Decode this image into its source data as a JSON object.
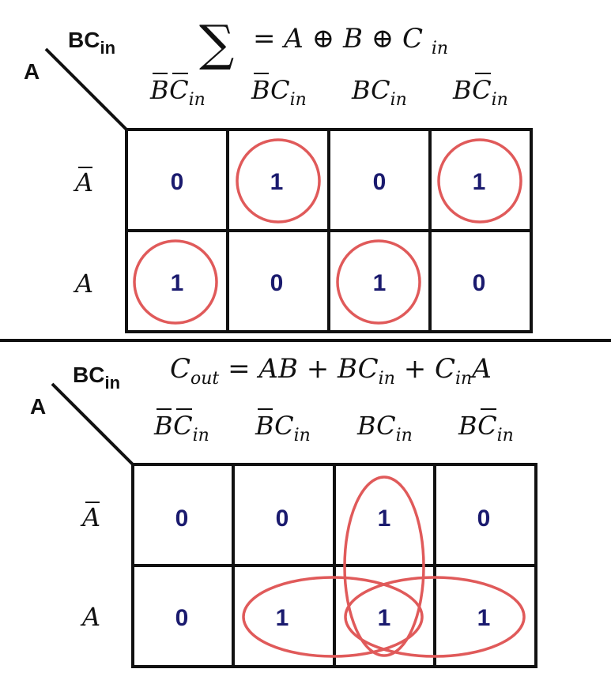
{
  "colors": {
    "cell_value": "#1a1a6e",
    "loop": "#e05a5a",
    "grid": "#111111",
    "separator": "#111111"
  },
  "maps": [
    {
      "equation": "∑ = A ⊕ B ⊕ C_in",
      "equation_lhs": "∑",
      "equation_rhs": "= A ⊕ B ⊕ C",
      "equation_sub": "in",
      "corner_col_label": "BC",
      "corner_col_sub": "in",
      "corner_row_label": "A",
      "col_headers": [
        {
          "b": "B",
          "b_bar": true,
          "c": "C",
          "c_bar": true,
          "sub": "in"
        },
        {
          "b": "B",
          "b_bar": true,
          "c": "C",
          "c_bar": false,
          "sub": "in"
        },
        {
          "b": "B",
          "b_bar": false,
          "c": "C",
          "c_bar": false,
          "sub": "in"
        },
        {
          "b": "B",
          "b_bar": false,
          "c": "C",
          "c_bar": true,
          "sub": "in"
        }
      ],
      "row_headers": [
        {
          "label": "A",
          "bar": true
        },
        {
          "label": "A",
          "bar": false
        }
      ],
      "cells": [
        [
          "0",
          "1",
          "0",
          "1"
        ],
        [
          "1",
          "0",
          "1",
          "0"
        ]
      ],
      "groups": [
        {
          "type": "circle",
          "cells": [
            [
              0,
              1
            ]
          ]
        },
        {
          "type": "circle",
          "cells": [
            [
              0,
              3
            ]
          ]
        },
        {
          "type": "circle",
          "cells": [
            [
              1,
              0
            ]
          ]
        },
        {
          "type": "circle",
          "cells": [
            [
              1,
              2
            ]
          ]
        }
      ]
    },
    {
      "equation": "C_out = AB + BC_in + C_in A",
      "corner_col_label": "BC",
      "corner_col_sub": "in",
      "corner_row_label": "A",
      "col_headers": [
        {
          "b": "B",
          "b_bar": true,
          "c": "C",
          "c_bar": true,
          "sub": "in"
        },
        {
          "b": "B",
          "b_bar": true,
          "c": "C",
          "c_bar": false,
          "sub": "in"
        },
        {
          "b": "B",
          "b_bar": false,
          "c": "C",
          "c_bar": false,
          "sub": "in"
        },
        {
          "b": "B",
          "b_bar": false,
          "c": "C",
          "c_bar": true,
          "sub": "in"
        }
      ],
      "row_headers": [
        {
          "label": "A",
          "bar": true
        },
        {
          "label": "A",
          "bar": false
        }
      ],
      "cells": [
        [
          "0",
          "0",
          "1",
          "0"
        ],
        [
          "0",
          "1",
          "1",
          "1"
        ]
      ],
      "groups": [
        {
          "type": "vertical-oval",
          "cells": [
            [
              0,
              2
            ],
            [
              1,
              2
            ]
          ]
        },
        {
          "type": "horizontal-oval",
          "cells": [
            [
              1,
              1
            ],
            [
              1,
              2
            ]
          ]
        },
        {
          "type": "horizontal-oval",
          "cells": [
            [
              1,
              2
            ],
            [
              1,
              3
            ]
          ]
        }
      ]
    }
  ]
}
